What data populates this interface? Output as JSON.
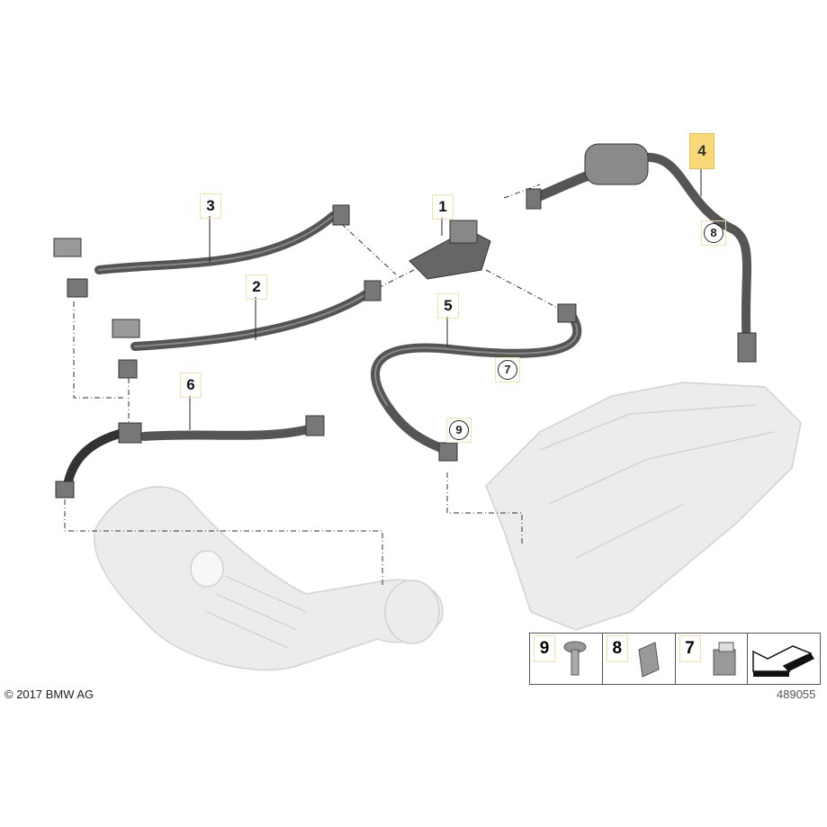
{
  "diagram": {
    "callouts": [
      {
        "id": "1",
        "label": "1",
        "highlighted": false
      },
      {
        "id": "2",
        "label": "2",
        "highlighted": false
      },
      {
        "id": "3",
        "label": "3",
        "highlighted": false
      },
      {
        "id": "4",
        "label": "4",
        "highlighted": true
      },
      {
        "id": "5",
        "label": "5",
        "highlighted": false
      },
      {
        "id": "6",
        "label": "6",
        "highlighted": false
      },
      {
        "id": "7",
        "label": "7",
        "circled": true
      },
      {
        "id": "8",
        "label": "8",
        "circled": true
      },
      {
        "id": "9",
        "label": "9",
        "circled": true
      }
    ],
    "legend": [
      {
        "label": "9",
        "icon": "screw-icon"
      },
      {
        "label": "8",
        "icon": "clip-icon"
      },
      {
        "label": "7",
        "icon": "clip-nut-icon"
      },
      {
        "label": "",
        "icon": "direction-arrow-icon"
      }
    ],
    "highlight_color": "#f8d878"
  },
  "footer": {
    "copyright": "© 2017 BMW AG",
    "diagram_number": "489055"
  }
}
